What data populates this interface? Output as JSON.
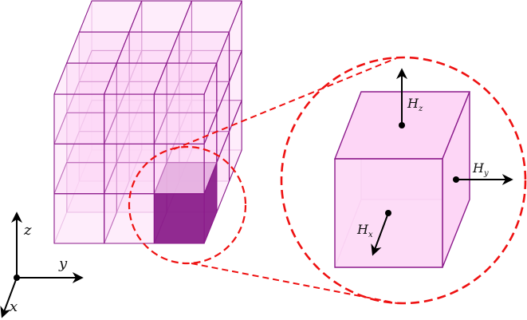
{
  "figure": {
    "description": "3x3x3 grid of cells with one highlighted cell magnified, showing face fields Hx, Hy, Hz",
    "colors": {
      "cell_fill": "#fdd6f6",
      "cell_stroke": "#8b1a8b",
      "inner_stroke": "#d9a6d6",
      "highlight_front": "#8b1f8b",
      "highlight_top": "#d390cf",
      "zoom_circle": "#ee1111",
      "arrow": "#000000"
    },
    "grid": {
      "nx": 3,
      "ny": 3,
      "nz": 3
    },
    "axes": {
      "z_label": "z",
      "y_label": "y",
      "x_label": "x"
    },
    "zoomed_cell": {
      "labels": {
        "hz": {
          "main": "H",
          "sub": "z"
        },
        "hy": {
          "main": "H",
          "sub": "y"
        },
        "hx": {
          "main": "H",
          "sub": "x"
        }
      }
    }
  }
}
